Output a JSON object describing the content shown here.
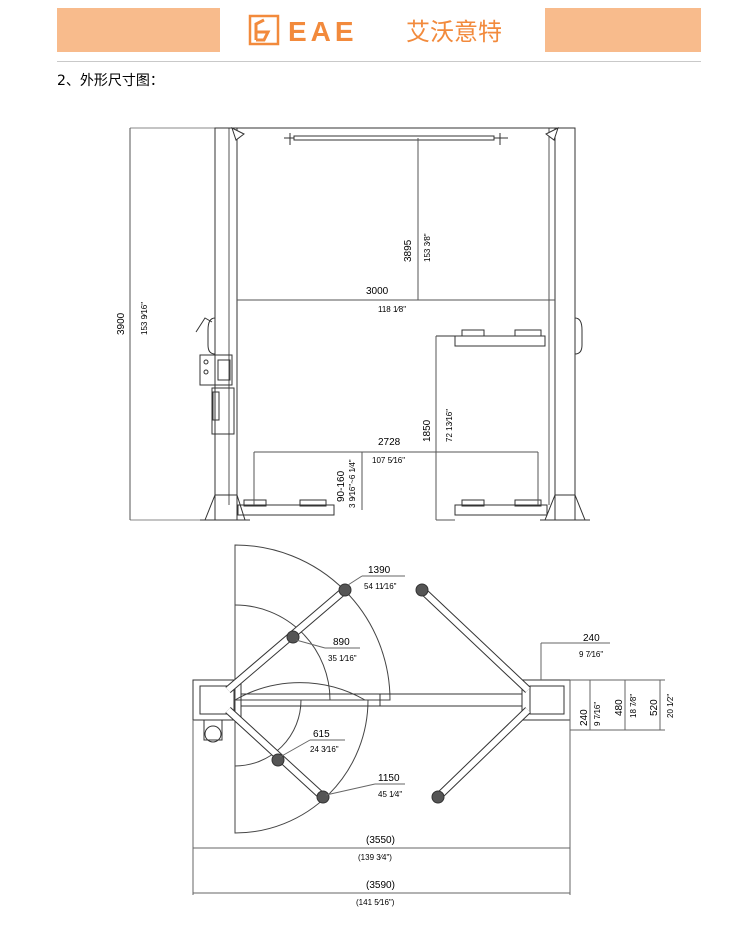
{
  "header": {
    "brand_latin": "EAE",
    "brand_cn": "艾沃意特",
    "accent_color": "#f8bb8c",
    "brand_color": "#f28a3c"
  },
  "section_heading": "2、外形尺寸图：",
  "front_view": {
    "height_total": "3900",
    "height_total_in": "153 9⁄16\"",
    "height_clear": "3895",
    "height_clear_in": "153 3⁄8\"",
    "width_outer": "3000",
    "width_outer_in": "118 1⁄8\"",
    "lift_height": "1850",
    "lift_height_in": "72 13⁄16\"",
    "width_inner": "2728",
    "width_inner_in": "107 5⁄16\"",
    "pad_height": "90-160",
    "pad_height_in": "3 9⁄16\"~6 1⁄4\""
  },
  "top_view": {
    "arm_long": "1390",
    "arm_long_in": "54 11⁄16\"",
    "arm_mid": "890",
    "arm_mid_in": "35 1⁄16\"",
    "arm_short": "615",
    "arm_short_in": "24 3⁄16\"",
    "arm_front": "1150",
    "arm_front_in": "45 1⁄4\"",
    "post_w": "240",
    "post_w_in": "9 7⁄16\"",
    "post_d": "240",
    "post_d_in": "9 7⁄16\"",
    "base_d": "480",
    "base_d_in": "18 7⁄8\"",
    "base_total": "520",
    "base_total_in": "20 1⁄2\"",
    "overall_1": "(3550)",
    "overall_1_in": "(139 3⁄4\")",
    "overall_2": "(3590)",
    "overall_2_in": "(141 5⁄16\")"
  }
}
